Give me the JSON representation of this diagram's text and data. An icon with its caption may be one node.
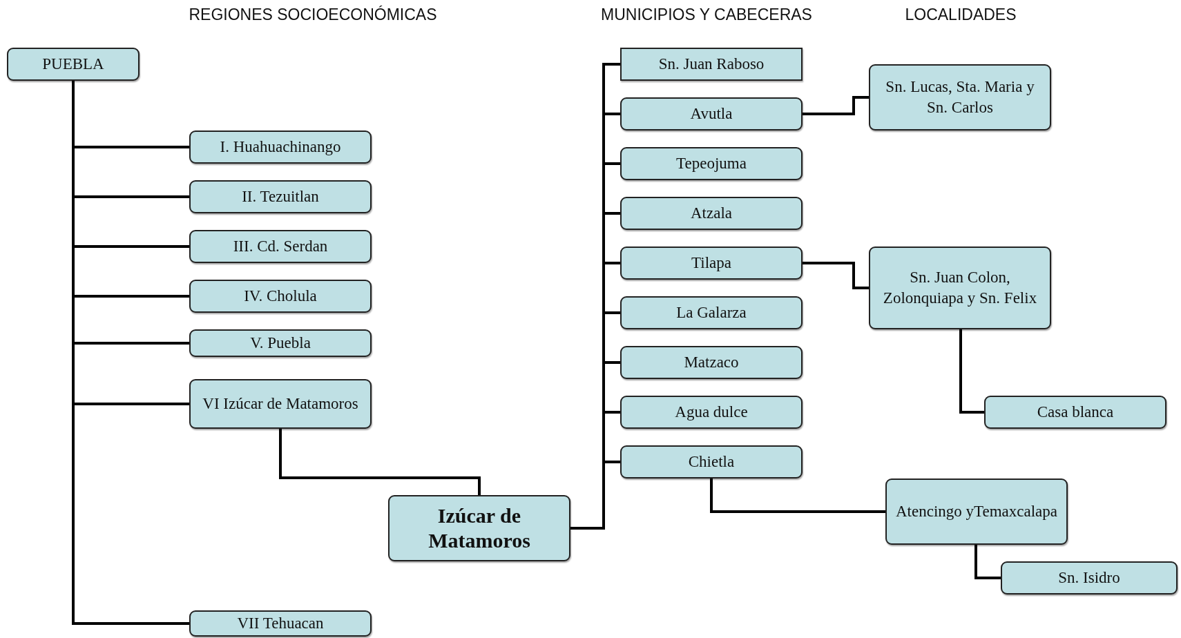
{
  "diagram": {
    "nodes": [
      {
        "text": [
          "PUEBLA"
        ]
      },
      {
        "text": [
          "I. Huahuachinango"
        ]
      },
      {
        "text": [
          "II. Tezuitlan"
        ]
      },
      {
        "text": [
          "III. Cd. Serdan"
        ]
      },
      {
        "text": [
          "IV. Cholula"
        ]
      },
      {
        "text": [
          "V. Puebla"
        ]
      },
      {
        "text": [
          "VI Izúcar de Matamoros"
        ]
      },
      {
        "text": [
          "VII Tehuacan"
        ]
      },
      {
        "text": [
          "Izúcar de Matamoros"
        ]
      },
      {
        "text": [
          "Sn. Juan Raboso"
        ]
      },
      {
        "text": [
          "Avutla"
        ]
      },
      {
        "text": [
          "Tepeojuma"
        ]
      },
      {
        "text": [
          "Atzala"
        ]
      },
      {
        "text": [
          "Tilapa"
        ]
      },
      {
        "text": [
          "La Galarza"
        ]
      },
      {
        "text": [
          "Matzaco"
        ]
      },
      {
        "text": [
          "Agua dulce"
        ]
      },
      {
        "text": [
          "Chietla"
        ]
      },
      {
        "text": [
          "Sn. Lucas, Sta. Maria y Sn. Carlos"
        ]
      },
      {
        "text": [
          "Sn. Juan Colon, Zolonquiapa y Sn. Felix"
        ]
      },
      {
        "text": [
          "Casa blanca"
        ]
      },
      {
        "text": [
          "Atencingo yTemaxcalapa"
        ]
      },
      {
        "text": [
          "Sn. Isidro"
        ]
      }
    ],
    "edges": [
      {
        "from": 0,
        "to": 1,
        "arrow": "none"
      },
      {
        "from": 0,
        "to": 2,
        "arrow": "none"
      },
      {
        "from": 0,
        "to": 3,
        "arrow": "none"
      },
      {
        "from": 0,
        "to": 4,
        "arrow": "none"
      },
      {
        "from": 0,
        "to": 5,
        "arrow": "none"
      },
      {
        "from": 0,
        "to": 6,
        "arrow": "none"
      },
      {
        "from": 0,
        "to": 7,
        "arrow": "none"
      },
      {
        "from": 6,
        "to": 8,
        "arrow": "none"
      },
      {
        "from": 8,
        "to": 9,
        "arrow": "none"
      },
      {
        "from": 8,
        "to": 10,
        "arrow": "none"
      },
      {
        "from": 8,
        "to": 11,
        "arrow": "none"
      },
      {
        "from": 8,
        "to": 12,
        "arrow": "none"
      },
      {
        "from": 8,
        "to": 13,
        "arrow": "none"
      },
      {
        "from": 8,
        "to": 14,
        "arrow": "none"
      },
      {
        "from": 8,
        "to": 15,
        "arrow": "none"
      },
      {
        "from": 8,
        "to": 16,
        "arrow": "none"
      },
      {
        "from": 8,
        "to": 17,
        "arrow": "none"
      },
      {
        "from": 10,
        "to": 18,
        "arrow": "none"
      },
      {
        "from": 13,
        "to": 19,
        "arrow": "none"
      },
      {
        "from": 19,
        "to": 20,
        "arrow": "none"
      },
      {
        "from": 17,
        "to": 21,
        "arrow": "none"
      },
      {
        "from": 21,
        "to": 22,
        "arrow": "none"
      }
    ],
    "labels": [
      "REGIONES SOCIOECONÓMICAS",
      "MUNICIPIOS Y CABECERAS",
      "LOCALIDADES"
    ]
  }
}
